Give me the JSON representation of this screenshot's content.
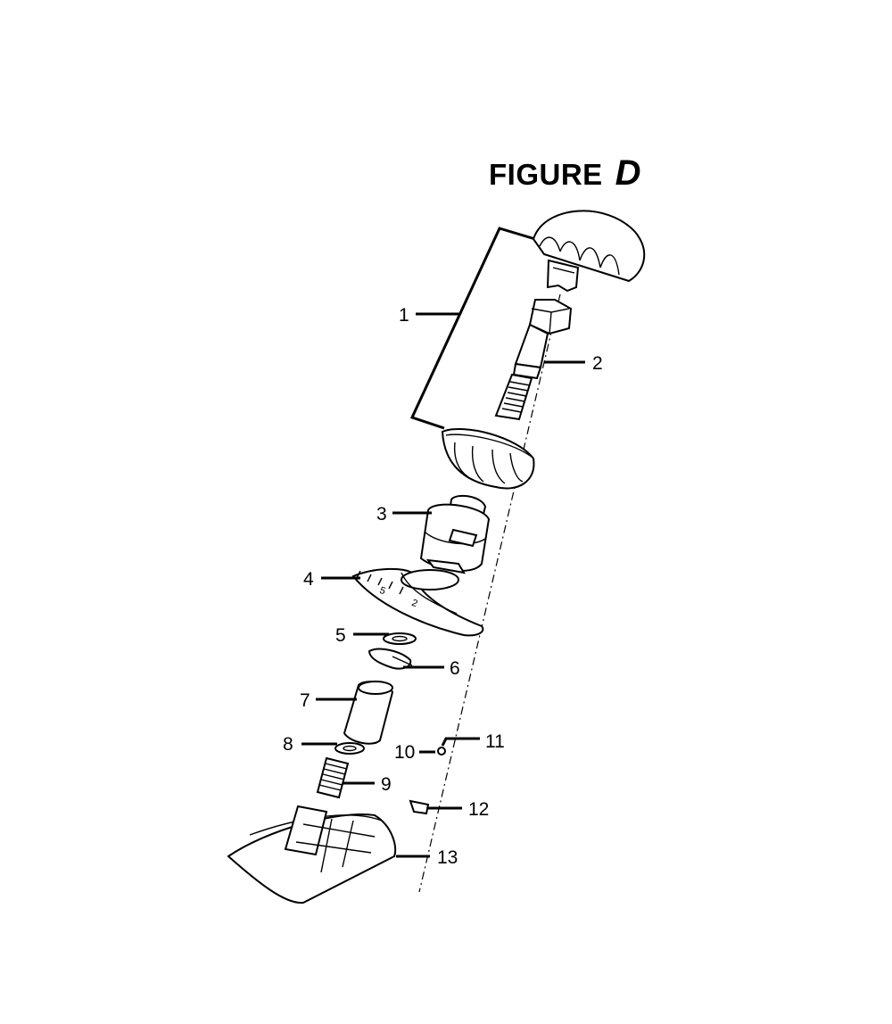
{
  "figure": {
    "title_word": "FIGURE",
    "title_letter": "D"
  },
  "callouts": [
    {
      "id": "1",
      "label": "1"
    },
    {
      "id": "2",
      "label": "2"
    },
    {
      "id": "3",
      "label": "3"
    },
    {
      "id": "4",
      "label": "4"
    },
    {
      "id": "5",
      "label": "5"
    },
    {
      "id": "6",
      "label": "6"
    },
    {
      "id": "7",
      "label": "7"
    },
    {
      "id": "8",
      "label": "8"
    },
    {
      "id": "9",
      "label": "9"
    },
    {
      "id": "10",
      "label": "10"
    },
    {
      "id": "11",
      "label": "11"
    },
    {
      "id": "12",
      "label": "12"
    },
    {
      "id": "13",
      "label": "13"
    }
  ],
  "scale_marks": [
    "5",
    "2"
  ]
}
